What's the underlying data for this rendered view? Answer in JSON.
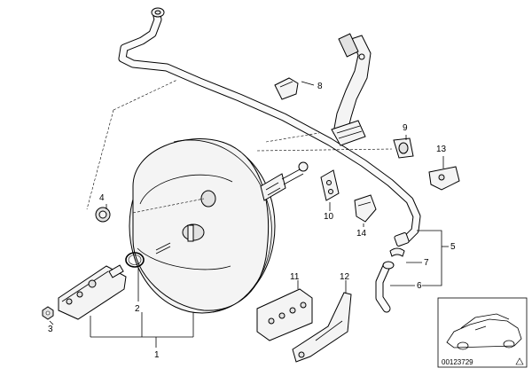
{
  "diagram": {
    "callouts": {
      "c1": "1",
      "c2": "2",
      "c3": "3",
      "c4": "4",
      "c5": "5",
      "c6": "6",
      "c7": "7",
      "c8": "8",
      "c9": "9",
      "c10": "10",
      "c11": "11",
      "c12": "12",
      "c13": "13",
      "c14": "14"
    },
    "reference_number": "00123729"
  }
}
